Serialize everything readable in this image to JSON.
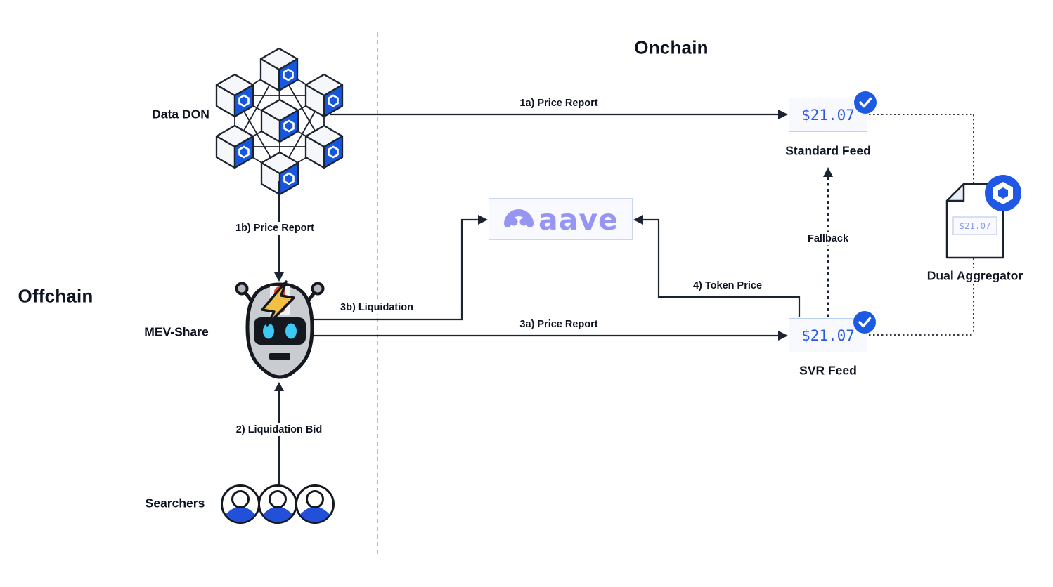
{
  "titles": {
    "offchain": "Offchain",
    "onchain": "Onchain"
  },
  "nodes": {
    "data_don": {
      "label": "Data DON"
    },
    "mev_share": {
      "label": "MEV-Share"
    },
    "searchers": {
      "label": "Searchers"
    },
    "standard_feed": {
      "label": "Standard Feed",
      "price": "$21.07"
    },
    "svr_feed": {
      "label": "SVR Feed",
      "price": "$21.07"
    },
    "aave": {
      "wordmark": "aave"
    },
    "dual_aggregator": {
      "label": "Dual Aggregator",
      "price": "$21.07"
    }
  },
  "arrows": {
    "a1a": "1a) Price Report",
    "a1b": "1b) Price Report",
    "a2": "2) Liquidation Bid",
    "a3a": "3a) Price Report",
    "a3b": "3b) Liquidation",
    "a4": "4) Token Price",
    "fallback": "Fallback"
  },
  "colors": {
    "chainlink_blue": "#2057e4",
    "check_blue": "#1d5ae4",
    "cube_blue": "#1657e0",
    "price_blue": "#2b59e0",
    "doc_price_blue": "#8b9cec",
    "aave_purple": "#9795f2",
    "person_blue": "#2350d8",
    "line_dark": "#1b2330"
  }
}
